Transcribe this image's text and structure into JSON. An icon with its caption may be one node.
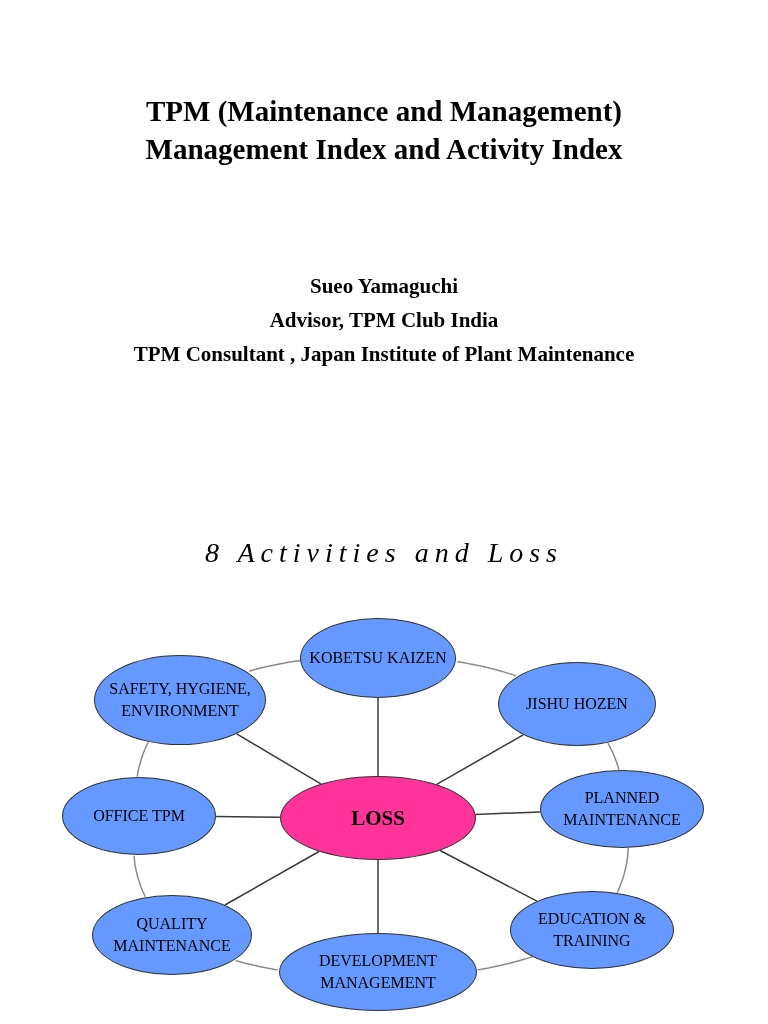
{
  "diagram": {
    "title": "TPM (Maintenance and Management) Management Index and Activity Index",
    "nodes": [
      {
        "text": [
          "KOBETSU KAIZEN"
        ]
      },
      {
        "text": [
          "SAFETY, HYGIENE, ENVIRONMENT"
        ]
      },
      {
        "text": [
          "JISHU HOZEN"
        ]
      },
      {
        "text": [
          "OFFICE TPM"
        ]
      },
      {
        "text": [
          "LOSS"
        ]
      },
      {
        "text": [
          "PLANNED MAINTENANCE"
        ]
      },
      {
        "text": [
          "EDUCATION & TRAINING"
        ]
      },
      {
        "text": [
          "QUALITY MAINTENANCE"
        ]
      },
      {
        "text": [
          "DEVELOPMENT MANAGEMENT"
        ]
      }
    ],
    "edges": [
      {
        "from": 4,
        "to": 0,
        "arrow": "none"
      },
      {
        "from": 4,
        "to": 2,
        "arrow": "none"
      },
      {
        "from": 4,
        "to": 5,
        "arrow": "none"
      },
      {
        "from": 4,
        "to": 6,
        "arrow": "none"
      },
      {
        "from": 4,
        "to": 8,
        "arrow": "none"
      },
      {
        "from": 4,
        "to": 7,
        "arrow": "none"
      },
      {
        "from": 4,
        "to": 3,
        "arrow": "none"
      },
      {
        "from": 4,
        "to": 1,
        "arrow": "none"
      },
      {
        "from": 0,
        "to": 2,
        "arrow": "none",
        "color": "#8a8a8a"
      },
      {
        "from": 2,
        "to": 5,
        "arrow": "none",
        "color": "#8a8a8a"
      },
      {
        "from": 5,
        "to": 6,
        "arrow": "none",
        "color": "#8a8a8a"
      },
      {
        "from": 6,
        "to": 8,
        "arrow": "none",
        "color": "#8a8a8a"
      },
      {
        "from": 8,
        "to": 7,
        "arrow": "none",
        "color": "#8a8a8a"
      },
      {
        "from": 7,
        "to": 3,
        "arrow": "none",
        "color": "#8a8a8a"
      },
      {
        "from": 3,
        "to": 1,
        "arrow": "none",
        "color": "#8a8a8a"
      },
      {
        "from": 1,
        "to": 0,
        "arrow": "none",
        "color": "#8a8a8a"
      }
    ],
    "labels": [
      "Sueo Yamaguchi",
      "Advisor, TPM Club India",
      "TPM Consultant , Japan Institute of Plant Maintenance",
      "8 Activities and Loss"
    ]
  }
}
